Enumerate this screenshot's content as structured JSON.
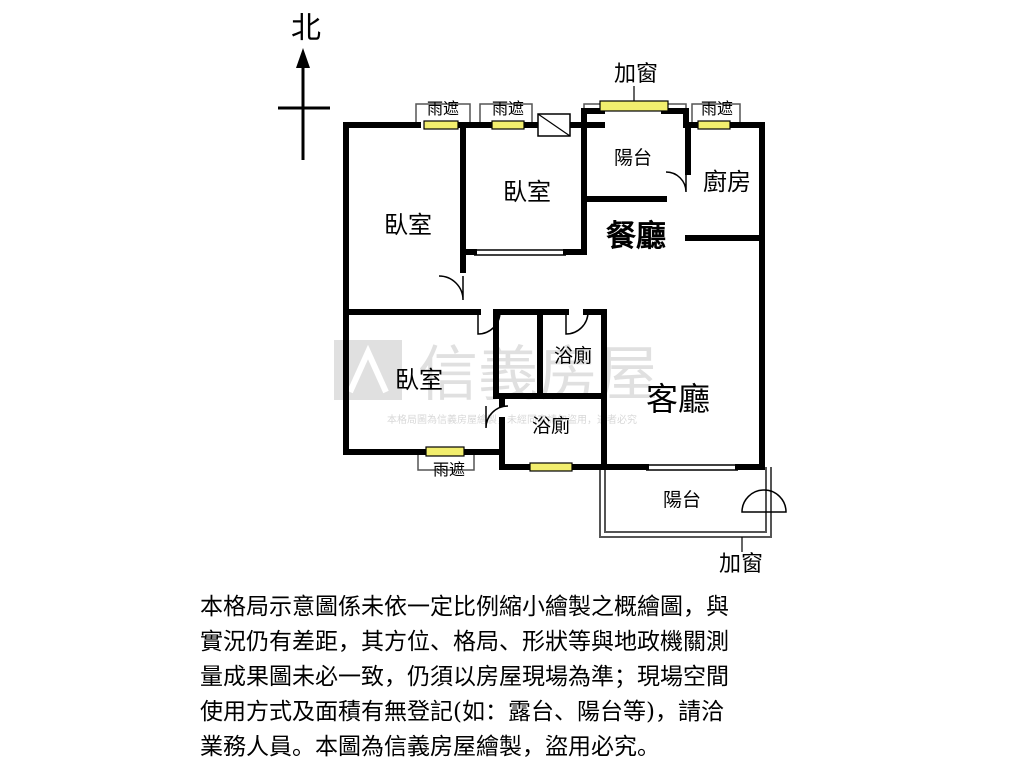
{
  "compass": {
    "north": "北"
  },
  "rooms": {
    "bedroom_nw": "臥室",
    "bedroom_n": "臥室",
    "bedroom_sw": "臥室",
    "balcony_n": "陽台",
    "kitchen": "廚房",
    "dining": "餐廳",
    "bath_upper": "浴廁",
    "bath_lower": "浴廁",
    "living": "客廳",
    "balcony_s": "陽台"
  },
  "window_labels": {
    "rain_cover": "雨遮",
    "added_window": "加窗"
  },
  "watermark": {
    "brand": "信義房屋",
    "note": "本格局圖為信義房屋繪製，未經同意請勿盜用，違者必究"
  },
  "disclaimer": [
    "本格局示意圖係未依一定比例縮小繪製之概繪圖，與",
    "實況仍有差距，其方位、格局、形狀等與地政機關測",
    "量成果圖未必一致，仍須以房屋現場為準；現場空間",
    "使用方式及面積有無登記(如：露台、陽台等)，請洽",
    "業務人員。本圖為信義房屋繪製，盜用必究。"
  ],
  "colors": {
    "wall": "#000000",
    "window_fill": "#f2ee6e",
    "watermark": "#c8c8c8"
  }
}
